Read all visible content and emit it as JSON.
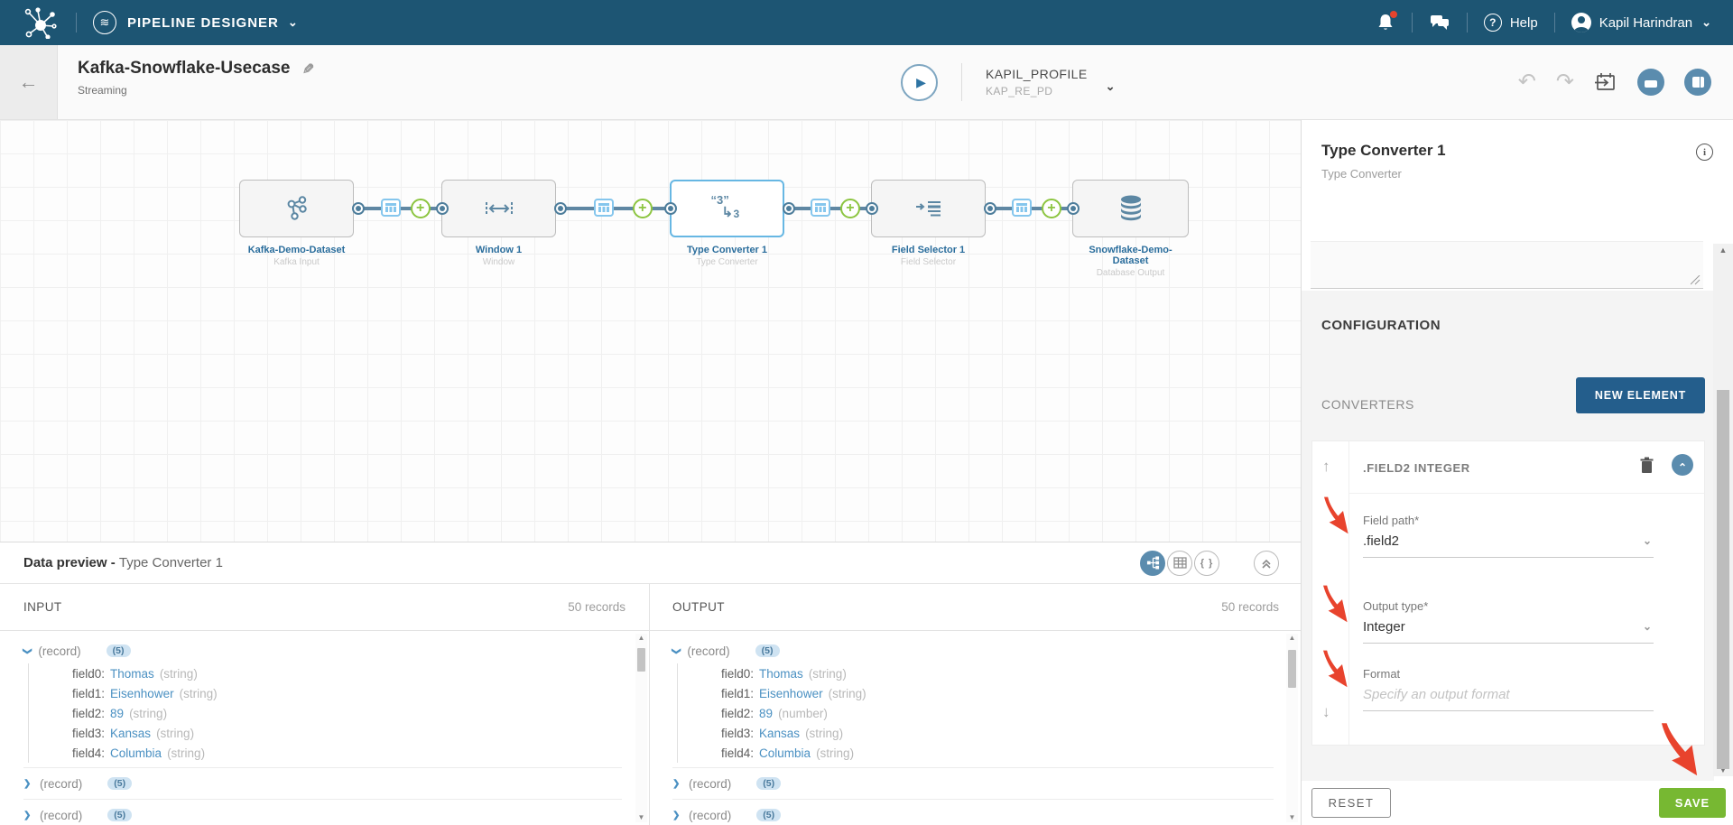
{
  "colors": {
    "nav_bg": "#1d5573",
    "accent_blue": "#245e8c",
    "steel_blue": "#5f87a3",
    "selected_node_border": "#67b7e3",
    "link_blue": "#4a90c2",
    "green_plus": "#8cc540",
    "save_green": "#77b832",
    "annotation_red": "#e8432d"
  },
  "icons": {
    "chevron_down": "⌄",
    "back_arrow": "←",
    "edit_pencil": "✎",
    "play": "▶",
    "undo": "↶",
    "redo": "↷",
    "info": "i",
    "help_question": "?",
    "waves": "≋",
    "move_up": "↑",
    "move_down": "↓",
    "scroll_up": "▲",
    "scroll_down": "▼",
    "collapse_chevron": "⌃",
    "tree_chevron": "❯",
    "plus": "+",
    "braces": "{ }",
    "type_converter_quote": "“3”",
    "type_converter_arrow": "↳",
    "type_converter_sub": "3"
  },
  "top_nav": {
    "product": "PIPELINE DESIGNER",
    "help_label": "Help",
    "user_name": "Kapil Harindran"
  },
  "header": {
    "title": "Kafka-Snowflake-Usecase",
    "subtitle": "Streaming",
    "profile_name": "KAPIL_PROFILE",
    "profile_id": "KAP_RE_PD"
  },
  "canvas": {
    "nodes": [
      {
        "name": "Kafka-Demo-Dataset",
        "type": "Kafka Input",
        "icon": "kafka-icon",
        "selected": false
      },
      {
        "name": "Window 1",
        "type": "Window",
        "icon": "window-icon",
        "selected": false
      },
      {
        "name": "Type Converter 1",
        "type": "Type Converter",
        "icon": "type-converter-icon",
        "selected": true
      },
      {
        "name": "Field Selector 1",
        "type": "Field Selector",
        "icon": "field-selector-icon",
        "selected": false
      },
      {
        "name": "Snowflake-Demo-Dataset",
        "type": "Database Output",
        "icon": "database-icon",
        "selected": false
      }
    ]
  },
  "preview": {
    "title_bold": "Data preview - ",
    "title_stage": "Type Converter 1",
    "record_label": "(record)",
    "input": {
      "label": "INPUT",
      "count": "50 records",
      "records": [
        {
          "expanded": true,
          "badge": "(5)",
          "fields": [
            {
              "key": "field0",
              "value": "Thomas",
              "type": "(string)"
            },
            {
              "key": "field1",
              "value": "Eisenhower",
              "type": "(string)"
            },
            {
              "key": "field2",
              "value": "89",
              "type": "(string)"
            },
            {
              "key": "field3",
              "value": "Kansas",
              "type": "(string)"
            },
            {
              "key": "field4",
              "value": "Columbia",
              "type": "(string)"
            }
          ]
        },
        {
          "expanded": false,
          "badge": "(5)"
        },
        {
          "expanded": false,
          "badge": "(5)"
        }
      ]
    },
    "output": {
      "label": "OUTPUT",
      "count": "50 records",
      "records": [
        {
          "expanded": true,
          "badge": "(5)",
          "fields": [
            {
              "key": "field0",
              "value": "Thomas",
              "type": "(string)"
            },
            {
              "key": "field1",
              "value": "Eisenhower",
              "type": "(string)"
            },
            {
              "key": "field2",
              "value": "89",
              "type": "(number)"
            },
            {
              "key": "field3",
              "value": "Kansas",
              "type": "(string)"
            },
            {
              "key": "field4",
              "value": "Columbia",
              "type": "(string)"
            }
          ]
        },
        {
          "expanded": false,
          "badge": "(5)"
        },
        {
          "expanded": false,
          "badge": "(5)"
        }
      ]
    }
  },
  "panel": {
    "title": "Type Converter 1",
    "subtitle": "Type Converter",
    "configuration_label": "CONFIGURATION",
    "converters_label": "CONVERTERS",
    "new_element_label": "NEW ELEMENT",
    "converter": {
      "header": ".FIELD2 INTEGER",
      "fields": [
        {
          "label": "Field path*",
          "value": ".field2"
        },
        {
          "label": "Output type*",
          "value": "Integer"
        },
        {
          "label": "Format",
          "placeholder": "Specify an output format"
        }
      ]
    },
    "reset_label": "RESET",
    "save_label": "SAVE"
  },
  "annotations": {
    "color": "#e8432d",
    "arrows": [
      "field-path-select",
      "output-type-select",
      "format-input",
      "save-button"
    ]
  }
}
